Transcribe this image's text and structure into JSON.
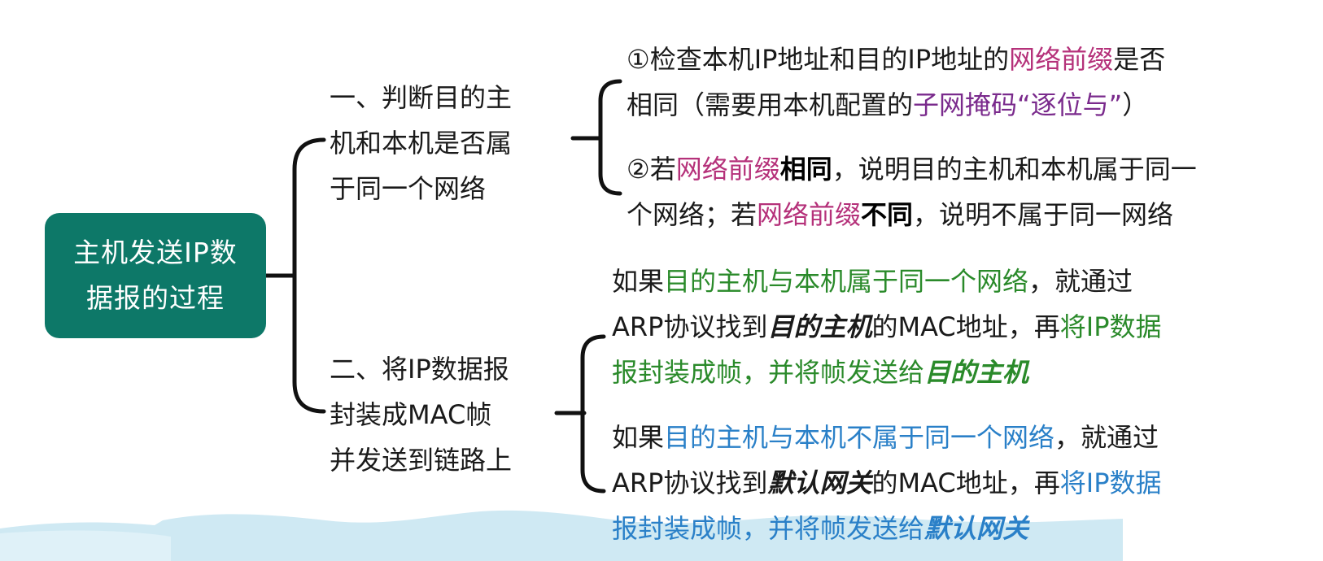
{
  "root": {
    "line1": "主机发送IP数",
    "line2": "据报的过程"
  },
  "step1": {
    "lines": [
      "一、判断目的主",
      "机和本机是否属",
      "于同一个网络"
    ],
    "item1": {
      "line1": {
        "t1": "①检查本机IP地址和目的IP地址的",
        "t2": "网络前缀",
        "t3": "是否"
      },
      "line2": {
        "t1": "相同（需要用本机配置的",
        "t2": "子网掩码“逐位与”",
        "t3": "）"
      }
    },
    "item2": {
      "line1": {
        "t1": "②若",
        "t2": "网络前缀",
        "t3": "相同",
        "t4": "，说明目的主机和本机属于同一"
      },
      "line2": {
        "t1": "个网络；若",
        "t2": "网络前缀",
        "t3": "不同",
        "t4": "，说明不属于同一网络"
      }
    }
  },
  "step2": {
    "lines": [
      "二、将IP数据报",
      "封装成MAC帧",
      "并发送到链路上"
    ],
    "item1": {
      "line1": {
        "t1": "如果",
        "t2": "目的主机与本机属于同一个网络",
        "t3": "，就通过"
      },
      "line2": {
        "t1": "ARP协议找到",
        "t2": "目的主机",
        "t3": "的MAC地址，再",
        "t4": "将IP数据"
      },
      "line3": {
        "t1": "报封装成帧，并将帧发送给",
        "t2": "目的主机"
      }
    },
    "item2": {
      "line1": {
        "t1": "如果",
        "t2": "目的主机与本机不属于同一个网络",
        "t3": "，就通过"
      },
      "line2": {
        "t1": "ARP协议找到",
        "t2": "默认网关",
        "t3": "的MAC地址，再",
        "t4": "将IP数据"
      },
      "line3": {
        "t1": "报封装成帧，并将帧发送给",
        "t2": "默认网关"
      }
    }
  },
  "colors": {
    "root_fill": "#0d7868",
    "prefix_pink": "#b5317a",
    "mask_purple": "#7a2a8c",
    "same_network_green": "#2a8a2a",
    "diff_network_blue": "#2a80c8"
  }
}
